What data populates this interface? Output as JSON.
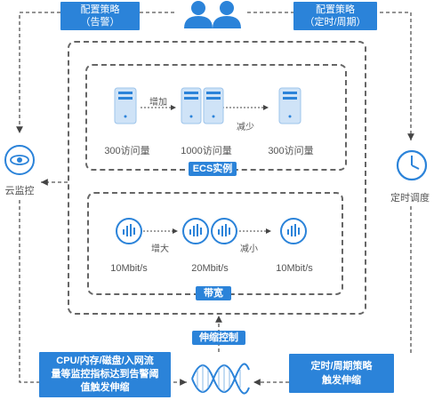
{
  "top_left_label": [
    "配置策略",
    "（告警）"
  ],
  "top_right_label": [
    "配置策略",
    "（定时/周期）"
  ],
  "left_node": {
    "icon": "eye-monitor-icon",
    "label": "云监控"
  },
  "right_node": {
    "icon": "clock-icon",
    "label": "定时调度"
  },
  "ecs": {
    "tag": "ECS实例",
    "items": [
      {
        "label": "300访问量",
        "icon": "server-icon"
      },
      {
        "label": "1000访问量",
        "icon": "server-icon"
      },
      {
        "label": "300访问量",
        "icon": "server-icon"
      }
    ],
    "increase": "增加",
    "decrease": "减少"
  },
  "bandwidth": {
    "tag": "带宽",
    "items": [
      {
        "label": "10Mbit/s",
        "icon": "bandwidth-icon"
      },
      {
        "label": "20Mbit/s",
        "icon": "bandwidth-icon"
      },
      {
        "label": "10Mbit/s",
        "icon": "bandwidth-icon"
      }
    ],
    "increase": "增大",
    "decrease": "减小"
  },
  "scale_control": "伸缩控制",
  "bottom_left_label": [
    "CPU/内存/磁盘/入网流",
    "量等监控指标达到告警阈",
    "值触发伸缩"
  ],
  "bottom_right_label": [
    "定时/周期策略",
    "触发伸缩"
  ],
  "colors": {
    "accent": "#2b83d9",
    "icon_light": "#cfe3f7"
  }
}
